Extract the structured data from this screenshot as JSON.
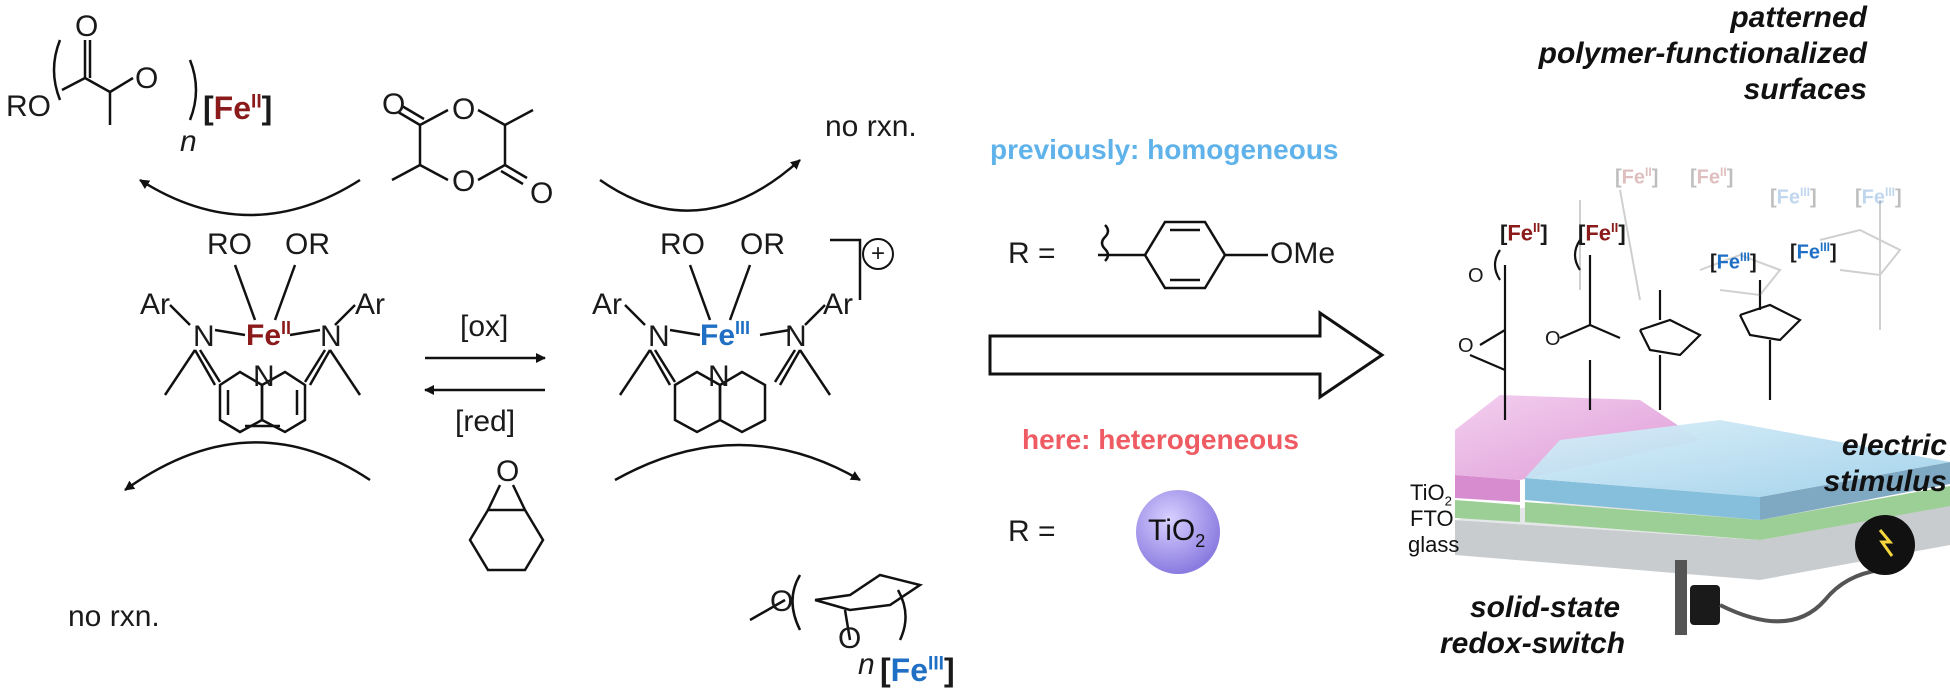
{
  "left": {
    "polyester": {
      "ro": "RO",
      "o": "O",
      "n": "n",
      "fe": "Fe",
      "ox": "II"
    },
    "lactide": {
      "o1": "O",
      "o2": "O",
      "o3": "O",
      "o4": "O"
    },
    "no_rxn_top": "no rxn.",
    "no_rxn_bottom": "no rxn.",
    "fe2_complex": {
      "ro": "RO",
      "or": "OR",
      "ar1": "Ar",
      "ar2": "Ar",
      "n1": "N",
      "n2": "N",
      "n3": "N",
      "fe": "Fe",
      "ox": "II"
    },
    "fe3_complex": {
      "ro": "RO",
      "or": "OR",
      "ar1": "Ar",
      "ar2": "Ar",
      "n1": "N",
      "n2": "N",
      "n3": "N",
      "fe": "Fe",
      "ox": "III",
      "charge": "+"
    },
    "ox_label": "[ox]",
    "red_label": "[red]",
    "epoxide": {
      "o": "O"
    },
    "polyether": {
      "o1": "O",
      "o2": "O",
      "n": "n",
      "fe": "Fe",
      "ox": "III"
    }
  },
  "middle": {
    "previously": "previously: homogeneous",
    "r1": "R =",
    "ome": "OMe",
    "here": "here: heterogeneous",
    "r2": "R =",
    "tio2": "TiO",
    "tio2_sub": "2"
  },
  "right": {
    "title_line1": "patterned",
    "title_line2": "polymer-functionalized",
    "title_line3": "surfaces",
    "fe_labels": [
      "Fe",
      "Fe",
      "Fe",
      "Fe"
    ],
    "fe_ox": [
      "II",
      "II",
      "III",
      "III"
    ],
    "ghost_fe": [
      "Fe",
      "Fe",
      "Fe",
      "Fe"
    ],
    "ghost_ox": [
      "II",
      "II",
      "III",
      "III"
    ],
    "layers": {
      "tio2": "TiO",
      "tio2_sub": "2",
      "fto": "FTO",
      "glass": "glass"
    },
    "electric_line1": "electric",
    "electric_line2": "stimulus",
    "switch_line1": "solid-state",
    "switch_line2": "redox-switch",
    "o_label": "O"
  },
  "colors": {
    "fe2": "#8b1a1a",
    "fe3": "#1f6fc4",
    "homogeneous": "#5fb3ea",
    "heterogeneous": "#ef5b63",
    "pink_layer": "#e39ad6",
    "blue_layer": "#a9d8ee",
    "green_layer": "#9ccf95"
  }
}
